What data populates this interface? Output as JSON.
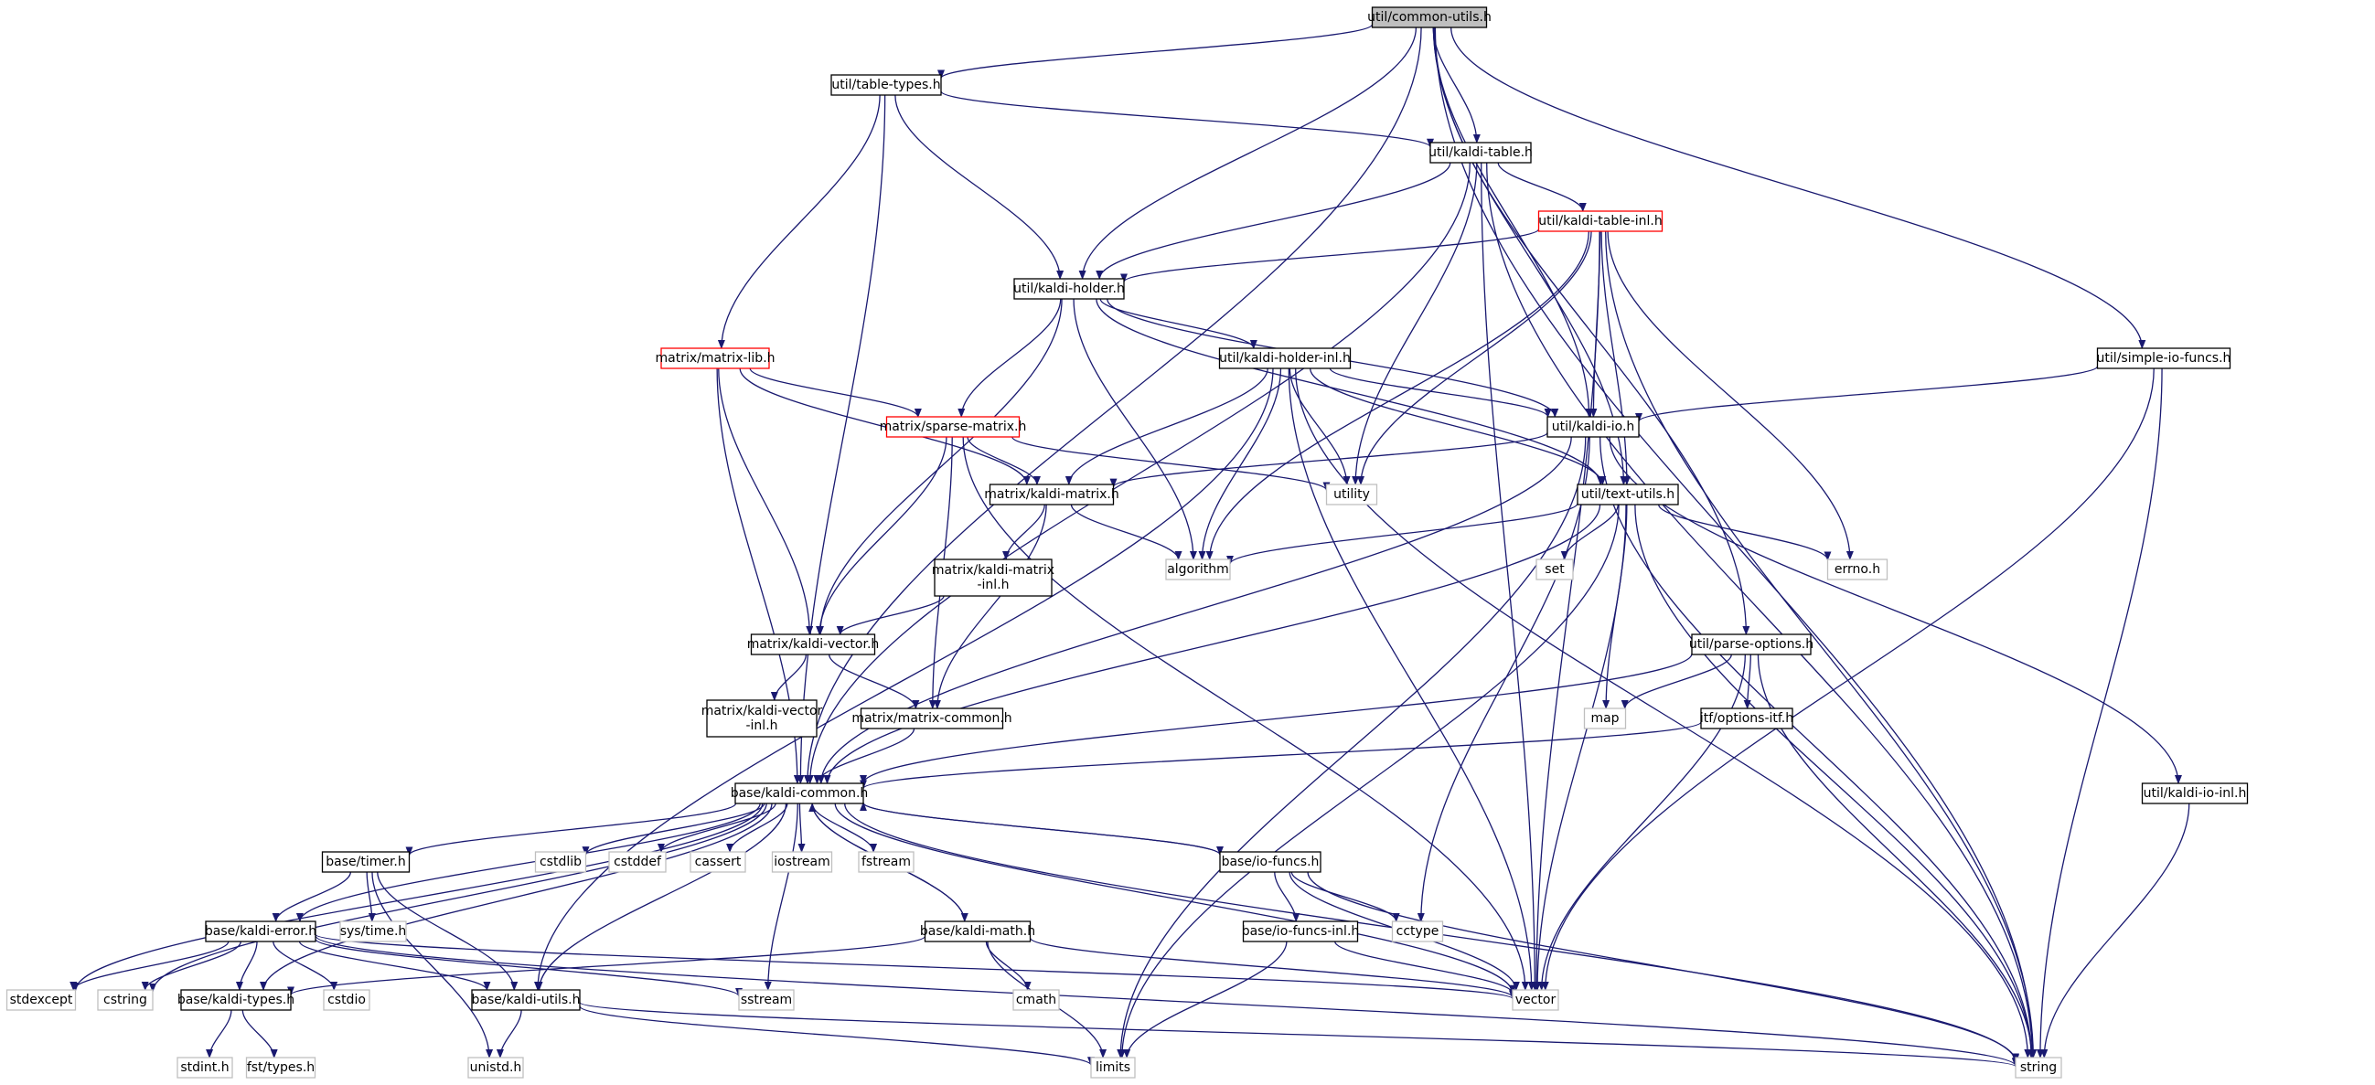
{
  "colors": {
    "edge": "#191970",
    "node_border": "#000000",
    "node_border_truncated": "#ff0000",
    "node_border_system": "#bfbfbf",
    "node_fill_root": "#bfbfbf",
    "node_fill": "#ffffff",
    "text": "#000000"
  },
  "nodes": [
    {
      "id": "common_utils",
      "label": "util/common-utils.h",
      "kind": "root"
    },
    {
      "id": "table_types",
      "label": "util/table-types.h",
      "kind": "normal"
    },
    {
      "id": "kaldi_table",
      "label": "util/kaldi-table.h",
      "kind": "normal"
    },
    {
      "id": "kaldi_table_inl",
      "label": "util/kaldi-table-inl.h",
      "kind": "truncated"
    },
    {
      "id": "kaldi_holder",
      "label": "util/kaldi-holder.h",
      "kind": "normal"
    },
    {
      "id": "matrix_lib",
      "label": "matrix/matrix-lib.h",
      "kind": "truncated"
    },
    {
      "id": "kaldi_holder_inl",
      "label": "util/kaldi-holder-inl.h",
      "kind": "normal"
    },
    {
      "id": "sparse_matrix",
      "label": "matrix/sparse-matrix.h",
      "kind": "truncated"
    },
    {
      "id": "kaldi_io",
      "label": "util/kaldi-io.h",
      "kind": "normal"
    },
    {
      "id": "simple_io_funcs",
      "label": "util/simple-io-funcs.h",
      "kind": "normal"
    },
    {
      "id": "kaldi_matrix",
      "label": "matrix/kaldi-matrix.h",
      "kind": "normal"
    },
    {
      "id": "utility",
      "label": "utility",
      "kind": "system"
    },
    {
      "id": "text_utils",
      "label": "util/text-utils.h",
      "kind": "normal"
    },
    {
      "id": "kaldi_matrix_inl",
      "label": [
        "matrix/kaldi-matrix",
        "-inl.h"
      ],
      "kind": "normal"
    },
    {
      "id": "algorithm",
      "label": "algorithm",
      "kind": "system"
    },
    {
      "id": "set",
      "label": "set",
      "kind": "system"
    },
    {
      "id": "errno",
      "label": "errno.h",
      "kind": "system"
    },
    {
      "id": "kaldi_vector",
      "label": "matrix/kaldi-vector.h",
      "kind": "normal"
    },
    {
      "id": "parse_options",
      "label": "util/parse-options.h",
      "kind": "normal"
    },
    {
      "id": "kaldi_vector_inl",
      "label": [
        "matrix/kaldi-vector",
        "-inl.h"
      ],
      "kind": "normal"
    },
    {
      "id": "matrix_common",
      "label": "matrix/matrix-common.h",
      "kind": "normal"
    },
    {
      "id": "map",
      "label": "map",
      "kind": "system"
    },
    {
      "id": "options_itf",
      "label": "itf/options-itf.h",
      "kind": "normal"
    },
    {
      "id": "kaldi_io_inl",
      "label": "util/kaldi-io-inl.h",
      "kind": "normal"
    },
    {
      "id": "kaldi_common",
      "label": "base/kaldi-common.h",
      "kind": "normal"
    },
    {
      "id": "cstdlib",
      "label": "cstdlib",
      "kind": "system"
    },
    {
      "id": "cstddef",
      "label": "cstddef",
      "kind": "system"
    },
    {
      "id": "cassert",
      "label": "cassert",
      "kind": "system"
    },
    {
      "id": "iostream",
      "label": "iostream",
      "kind": "system"
    },
    {
      "id": "fstream",
      "label": "fstream",
      "kind": "system"
    },
    {
      "id": "timer",
      "label": "base/timer.h",
      "kind": "normal"
    },
    {
      "id": "io_funcs",
      "label": "base/io-funcs.h",
      "kind": "normal"
    },
    {
      "id": "systime",
      "label": "sys/time.h",
      "kind": "system"
    },
    {
      "id": "kaldi_error",
      "label": "base/kaldi-error.h",
      "kind": "normal"
    },
    {
      "id": "kaldi_math",
      "label": "base/kaldi-math.h",
      "kind": "normal"
    },
    {
      "id": "io_funcs_inl",
      "label": "base/io-funcs-inl.h",
      "kind": "normal"
    },
    {
      "id": "cctype",
      "label": "cctype",
      "kind": "system"
    },
    {
      "id": "stdexcept",
      "label": "stdexcept",
      "kind": "system"
    },
    {
      "id": "cstring",
      "label": "cstring",
      "kind": "system"
    },
    {
      "id": "kaldi_types",
      "label": "base/kaldi-types.h",
      "kind": "normal"
    },
    {
      "id": "cstdio",
      "label": "cstdio",
      "kind": "system"
    },
    {
      "id": "kaldi_utils",
      "label": "base/kaldi-utils.h",
      "kind": "normal"
    },
    {
      "id": "sstream",
      "label": "sstream",
      "kind": "system"
    },
    {
      "id": "cmath",
      "label": "cmath",
      "kind": "system"
    },
    {
      "id": "vector",
      "label": "vector",
      "kind": "system"
    },
    {
      "id": "stdint",
      "label": "stdint.h",
      "kind": "system"
    },
    {
      "id": "fst_types",
      "label": "fst/types.h",
      "kind": "system"
    },
    {
      "id": "unistd",
      "label": "unistd.h",
      "kind": "system"
    },
    {
      "id": "limits",
      "label": "limits",
      "kind": "system"
    },
    {
      "id": "string",
      "label": "string",
      "kind": "system"
    }
  ],
  "edges": [
    [
      "common_utils",
      "table_types"
    ],
    [
      "common_utils",
      "kaldi_table"
    ],
    [
      "common_utils",
      "kaldi_holder"
    ],
    [
      "common_utils",
      "kaldi_io"
    ],
    [
      "common_utils",
      "simple_io_funcs"
    ],
    [
      "common_utils",
      "text_utils"
    ],
    [
      "common_utils",
      "parse_options"
    ],
    [
      "common_utils",
      "kaldi_common"
    ],
    [
      "common_utils",
      "string"
    ],
    [
      "table_types",
      "kaldi_table"
    ],
    [
      "table_types",
      "kaldi_holder"
    ],
    [
      "table_types",
      "matrix_lib"
    ],
    [
      "table_types",
      "kaldi_common"
    ],
    [
      "kaldi_table",
      "kaldi_table_inl"
    ],
    [
      "kaldi_table",
      "kaldi_holder"
    ],
    [
      "kaldi_table",
      "utility"
    ],
    [
      "kaldi_table",
      "vector"
    ],
    [
      "kaldi_table",
      "string"
    ],
    [
      "kaldi_table",
      "kaldi_common"
    ],
    [
      "kaldi_table_inl",
      "kaldi_holder"
    ],
    [
      "kaldi_table_inl",
      "kaldi_io"
    ],
    [
      "kaldi_table_inl",
      "text_utils"
    ],
    [
      "kaldi_table_inl",
      "utility"
    ],
    [
      "kaldi_table_inl",
      "algorithm"
    ],
    [
      "kaldi_table_inl",
      "errno"
    ],
    [
      "kaldi_table_inl",
      "vector"
    ],
    [
      "kaldi_table_inl",
      "string"
    ],
    [
      "kaldi_holder",
      "kaldi_holder_inl"
    ],
    [
      "kaldi_holder",
      "kaldi_io"
    ],
    [
      "kaldi_holder",
      "text_utils"
    ],
    [
      "kaldi_holder",
      "sparse_matrix"
    ],
    [
      "kaldi_holder",
      "kaldi_vector"
    ],
    [
      "kaldi_holder",
      "algorithm"
    ],
    [
      "matrix_lib",
      "sparse_matrix"
    ],
    [
      "matrix_lib",
      "kaldi_matrix"
    ],
    [
      "matrix_lib",
      "kaldi_vector"
    ],
    [
      "matrix_lib",
      "kaldi_common"
    ],
    [
      "kaldi_holder_inl",
      "kaldi_io"
    ],
    [
      "kaldi_holder_inl",
      "text_utils"
    ],
    [
      "kaldi_holder_inl",
      "kaldi_matrix"
    ],
    [
      "kaldi_holder_inl",
      "utility"
    ],
    [
      "kaldi_holder_inl",
      "algorithm"
    ],
    [
      "kaldi_holder_inl",
      "vector"
    ],
    [
      "kaldi_holder_inl",
      "string"
    ],
    [
      "kaldi_holder_inl",
      "kaldi_utils"
    ],
    [
      "sparse_matrix",
      "kaldi_matrix"
    ],
    [
      "sparse_matrix",
      "kaldi_vector"
    ],
    [
      "sparse_matrix",
      "matrix_common"
    ],
    [
      "sparse_matrix",
      "utility"
    ],
    [
      "sparse_matrix",
      "vector"
    ],
    [
      "simple_io_funcs",
      "kaldi_io"
    ],
    [
      "simple_io_funcs",
      "vector"
    ],
    [
      "simple_io_funcs",
      "string"
    ],
    [
      "kaldi_io",
      "kaldi_matrix"
    ],
    [
      "kaldi_io",
      "kaldi_common"
    ],
    [
      "kaldi_io",
      "kaldi_io_inl"
    ],
    [
      "kaldi_io",
      "cctype"
    ],
    [
      "kaldi_io",
      "limits"
    ],
    [
      "kaldi_io",
      "string"
    ],
    [
      "kaldi_matrix",
      "kaldi_matrix_inl"
    ],
    [
      "kaldi_matrix",
      "algorithm"
    ],
    [
      "kaldi_matrix",
      "matrix_common"
    ],
    [
      "kaldi_matrix_inl",
      "kaldi_vector"
    ],
    [
      "text_utils",
      "algorithm"
    ],
    [
      "text_utils",
      "set"
    ],
    [
      "text_utils",
      "errno"
    ],
    [
      "text_utils",
      "map"
    ],
    [
      "text_utils",
      "kaldi_common"
    ],
    [
      "text_utils",
      "limits"
    ],
    [
      "text_utils",
      "vector"
    ],
    [
      "text_utils",
      "string"
    ],
    [
      "kaldi_vector",
      "kaldi_vector_inl"
    ],
    [
      "kaldi_vector",
      "matrix_common"
    ],
    [
      "matrix_common",
      "kaldi_common"
    ],
    [
      "parse_options",
      "map"
    ],
    [
      "parse_options",
      "options_itf"
    ],
    [
      "parse_options",
      "kaldi_common"
    ],
    [
      "parse_options",
      "vector"
    ],
    [
      "parse_options",
      "string"
    ],
    [
      "options_itf",
      "kaldi_common"
    ],
    [
      "kaldi_io_inl",
      "string"
    ],
    [
      "kaldi_common",
      "stdexcept"
    ],
    [
      "kaldi_common",
      "cstring"
    ],
    [
      "kaldi_common",
      "kaldi_types"
    ],
    [
      "kaldi_common",
      "kaldi_error"
    ],
    [
      "kaldi_common",
      "timer"
    ],
    [
      "kaldi_common",
      "kaldi_utils"
    ],
    [
      "kaldi_common",
      "cstdlib"
    ],
    [
      "kaldi_common",
      "cstddef"
    ],
    [
      "kaldi_common",
      "cassert"
    ],
    [
      "kaldi_common",
      "iostream"
    ],
    [
      "kaldi_common",
      "fstream"
    ],
    [
      "kaldi_common",
      "sstream"
    ],
    [
      "kaldi_common",
      "kaldi_math"
    ],
    [
      "kaldi_common",
      "io_funcs"
    ],
    [
      "kaldi_common",
      "vector"
    ],
    [
      "kaldi_common",
      "string"
    ],
    [
      "timer",
      "kaldi_error"
    ],
    [
      "timer",
      "systime"
    ],
    [
      "timer",
      "unistd"
    ],
    [
      "timer",
      "kaldi_utils"
    ],
    [
      "io_funcs",
      "kaldi_common"
    ],
    [
      "io_funcs",
      "io_funcs_inl"
    ],
    [
      "io_funcs",
      "cctype"
    ],
    [
      "io_funcs",
      "vector"
    ],
    [
      "io_funcs",
      "string"
    ],
    [
      "kaldi_math",
      "kaldi_common"
    ],
    [
      "kaldi_math",
      "kaldi_types"
    ],
    [
      "kaldi_math",
      "cmath"
    ],
    [
      "kaldi_math",
      "limits"
    ],
    [
      "kaldi_math",
      "vector"
    ],
    [
      "io_funcs_inl",
      "vector"
    ],
    [
      "io_funcs_inl",
      "limits"
    ],
    [
      "kaldi_error",
      "stdexcept"
    ],
    [
      "kaldi_error",
      "cstring"
    ],
    [
      "kaldi_error",
      "kaldi_types"
    ],
    [
      "kaldi_error",
      "cstdio"
    ],
    [
      "kaldi_error",
      "kaldi_utils"
    ],
    [
      "kaldi_error",
      "sstream"
    ],
    [
      "kaldi_error",
      "vector"
    ],
    [
      "kaldi_error",
      "string"
    ],
    [
      "kaldi_types",
      "stdint"
    ],
    [
      "kaldi_types",
      "fst_types"
    ],
    [
      "kaldi_utils",
      "unistd"
    ],
    [
      "kaldi_utils",
      "limits"
    ],
    [
      "kaldi_utils",
      "string"
    ]
  ]
}
